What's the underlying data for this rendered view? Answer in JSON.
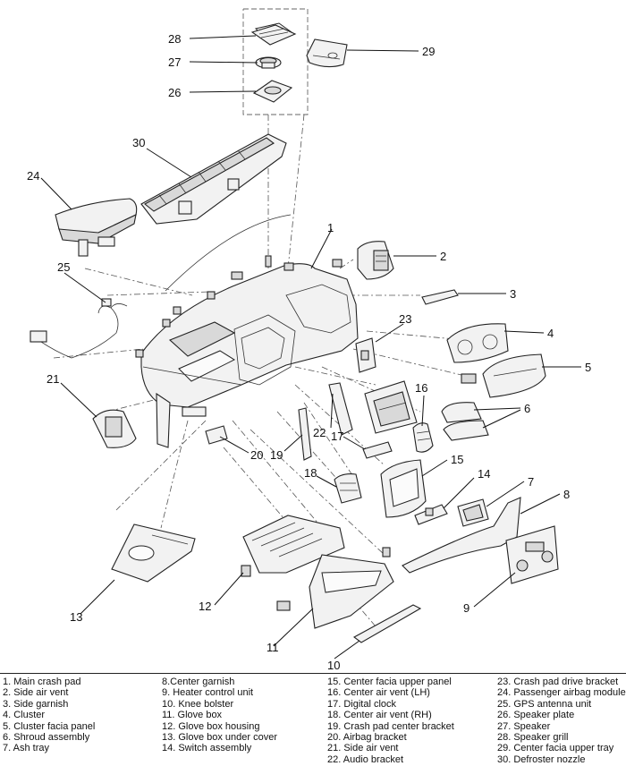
{
  "callouts": [
    "1",
    "2",
    "3",
    "4",
    "5",
    "6",
    "7",
    "8",
    "9",
    "10",
    "11",
    "12",
    "13",
    "14",
    "15",
    "16",
    "17",
    "18",
    "19",
    "20",
    "21",
    "22",
    "23",
    "24",
    "25",
    "26",
    "27",
    "28",
    "29",
    "30"
  ],
  "legend": {
    "col1": [
      "1. Main crash pad",
      "2. Side air vent",
      "3. Side garnish",
      "4. Cluster",
      "5. Cluster facia panel",
      "6. Shroud assembly",
      "7. Ash tray"
    ],
    "col2": [
      "8.Center garnish",
      "9. Heater control unit",
      "10. Knee bolster",
      "11. Glove box",
      "12. Glove box housing",
      "13. Glove box under cover",
      "14. Switch assembly"
    ],
    "col3": [
      "15. Center facia upper panel",
      "16. Center air vent (LH)",
      "17. Digital clock",
      "18. Center air vent (RH)",
      "19. Crash pad center bracket",
      "20. Airbag bracket",
      "21. Side air vent",
      "22. Audio bracket"
    ],
    "col4": [
      "23. Crash pad drive bracket",
      "24. Passenger airbag module",
      "25. GPS antenna unit",
      "26. Speaker plate",
      "27. Speaker",
      "28. Speaker grill",
      "29. Center facia upper tray",
      "30. Defroster nozzle"
    ]
  }
}
